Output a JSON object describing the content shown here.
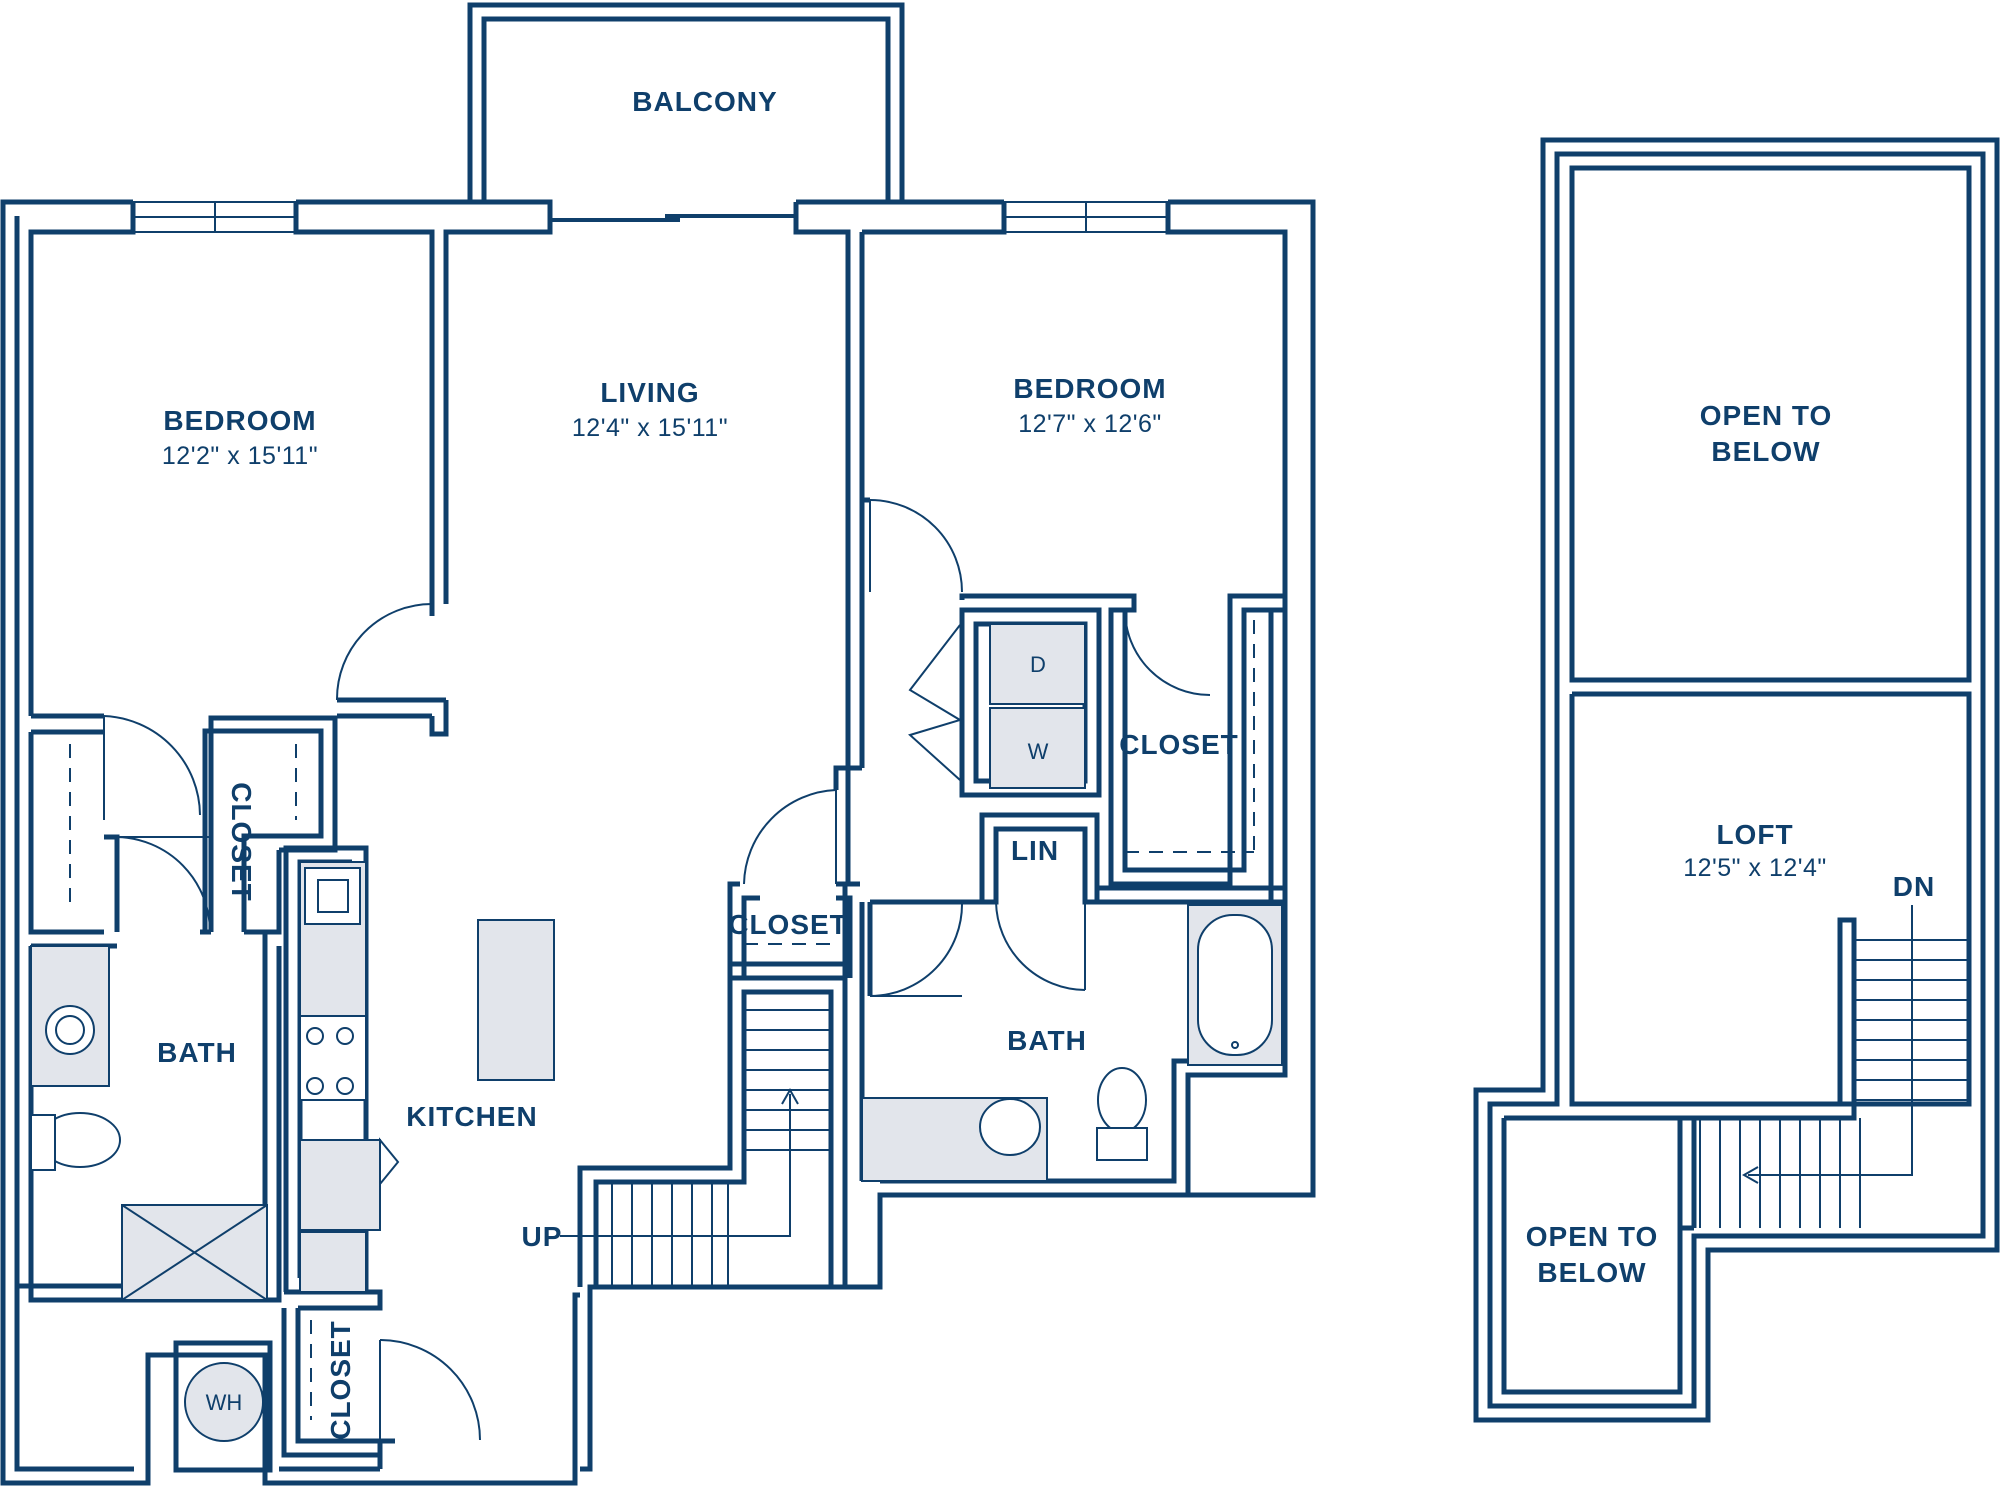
{
  "rooms": {
    "balcony": {
      "label": "BALCONY"
    },
    "bedroom_left": {
      "label": "BEDROOM",
      "dims": "12'2\" x 15'11\""
    },
    "living": {
      "label": "LIVING",
      "dims": "12'4\" x 15'11\""
    },
    "bedroom_right": {
      "label": "BEDROOM",
      "dims": "12'7\" x 12'6\""
    },
    "closet_left": {
      "label": "CLOSET"
    },
    "bath_left": {
      "label": "BATH"
    },
    "kitchen": {
      "label": "KITCHEN"
    },
    "closet_mid": {
      "label": "CLOSET"
    },
    "closet_right": {
      "label": "CLOSET"
    },
    "linen": {
      "label": "LIN"
    },
    "bath_right": {
      "label": "BATH"
    },
    "closet_bottom": {
      "label": "CLOSET"
    },
    "stairs_up": {
      "label": "UP"
    },
    "open_to_below_top": {
      "line1": "OPEN TO",
      "line2": "BELOW"
    },
    "loft": {
      "label": "LOFT",
      "dims": "12'5\" x 12'4\""
    },
    "stairs_down": {
      "label": "DN"
    },
    "open_to_below_bottom": {
      "line1": "OPEN TO",
      "line2": "BELOW"
    }
  },
  "appliances": {
    "dryer": "D",
    "washer": "W",
    "water_heater": "WH"
  },
  "colors": {
    "wall": "#0f3f6b",
    "fixture_fill": "#e2e5eb",
    "background": "#ffffff"
  }
}
